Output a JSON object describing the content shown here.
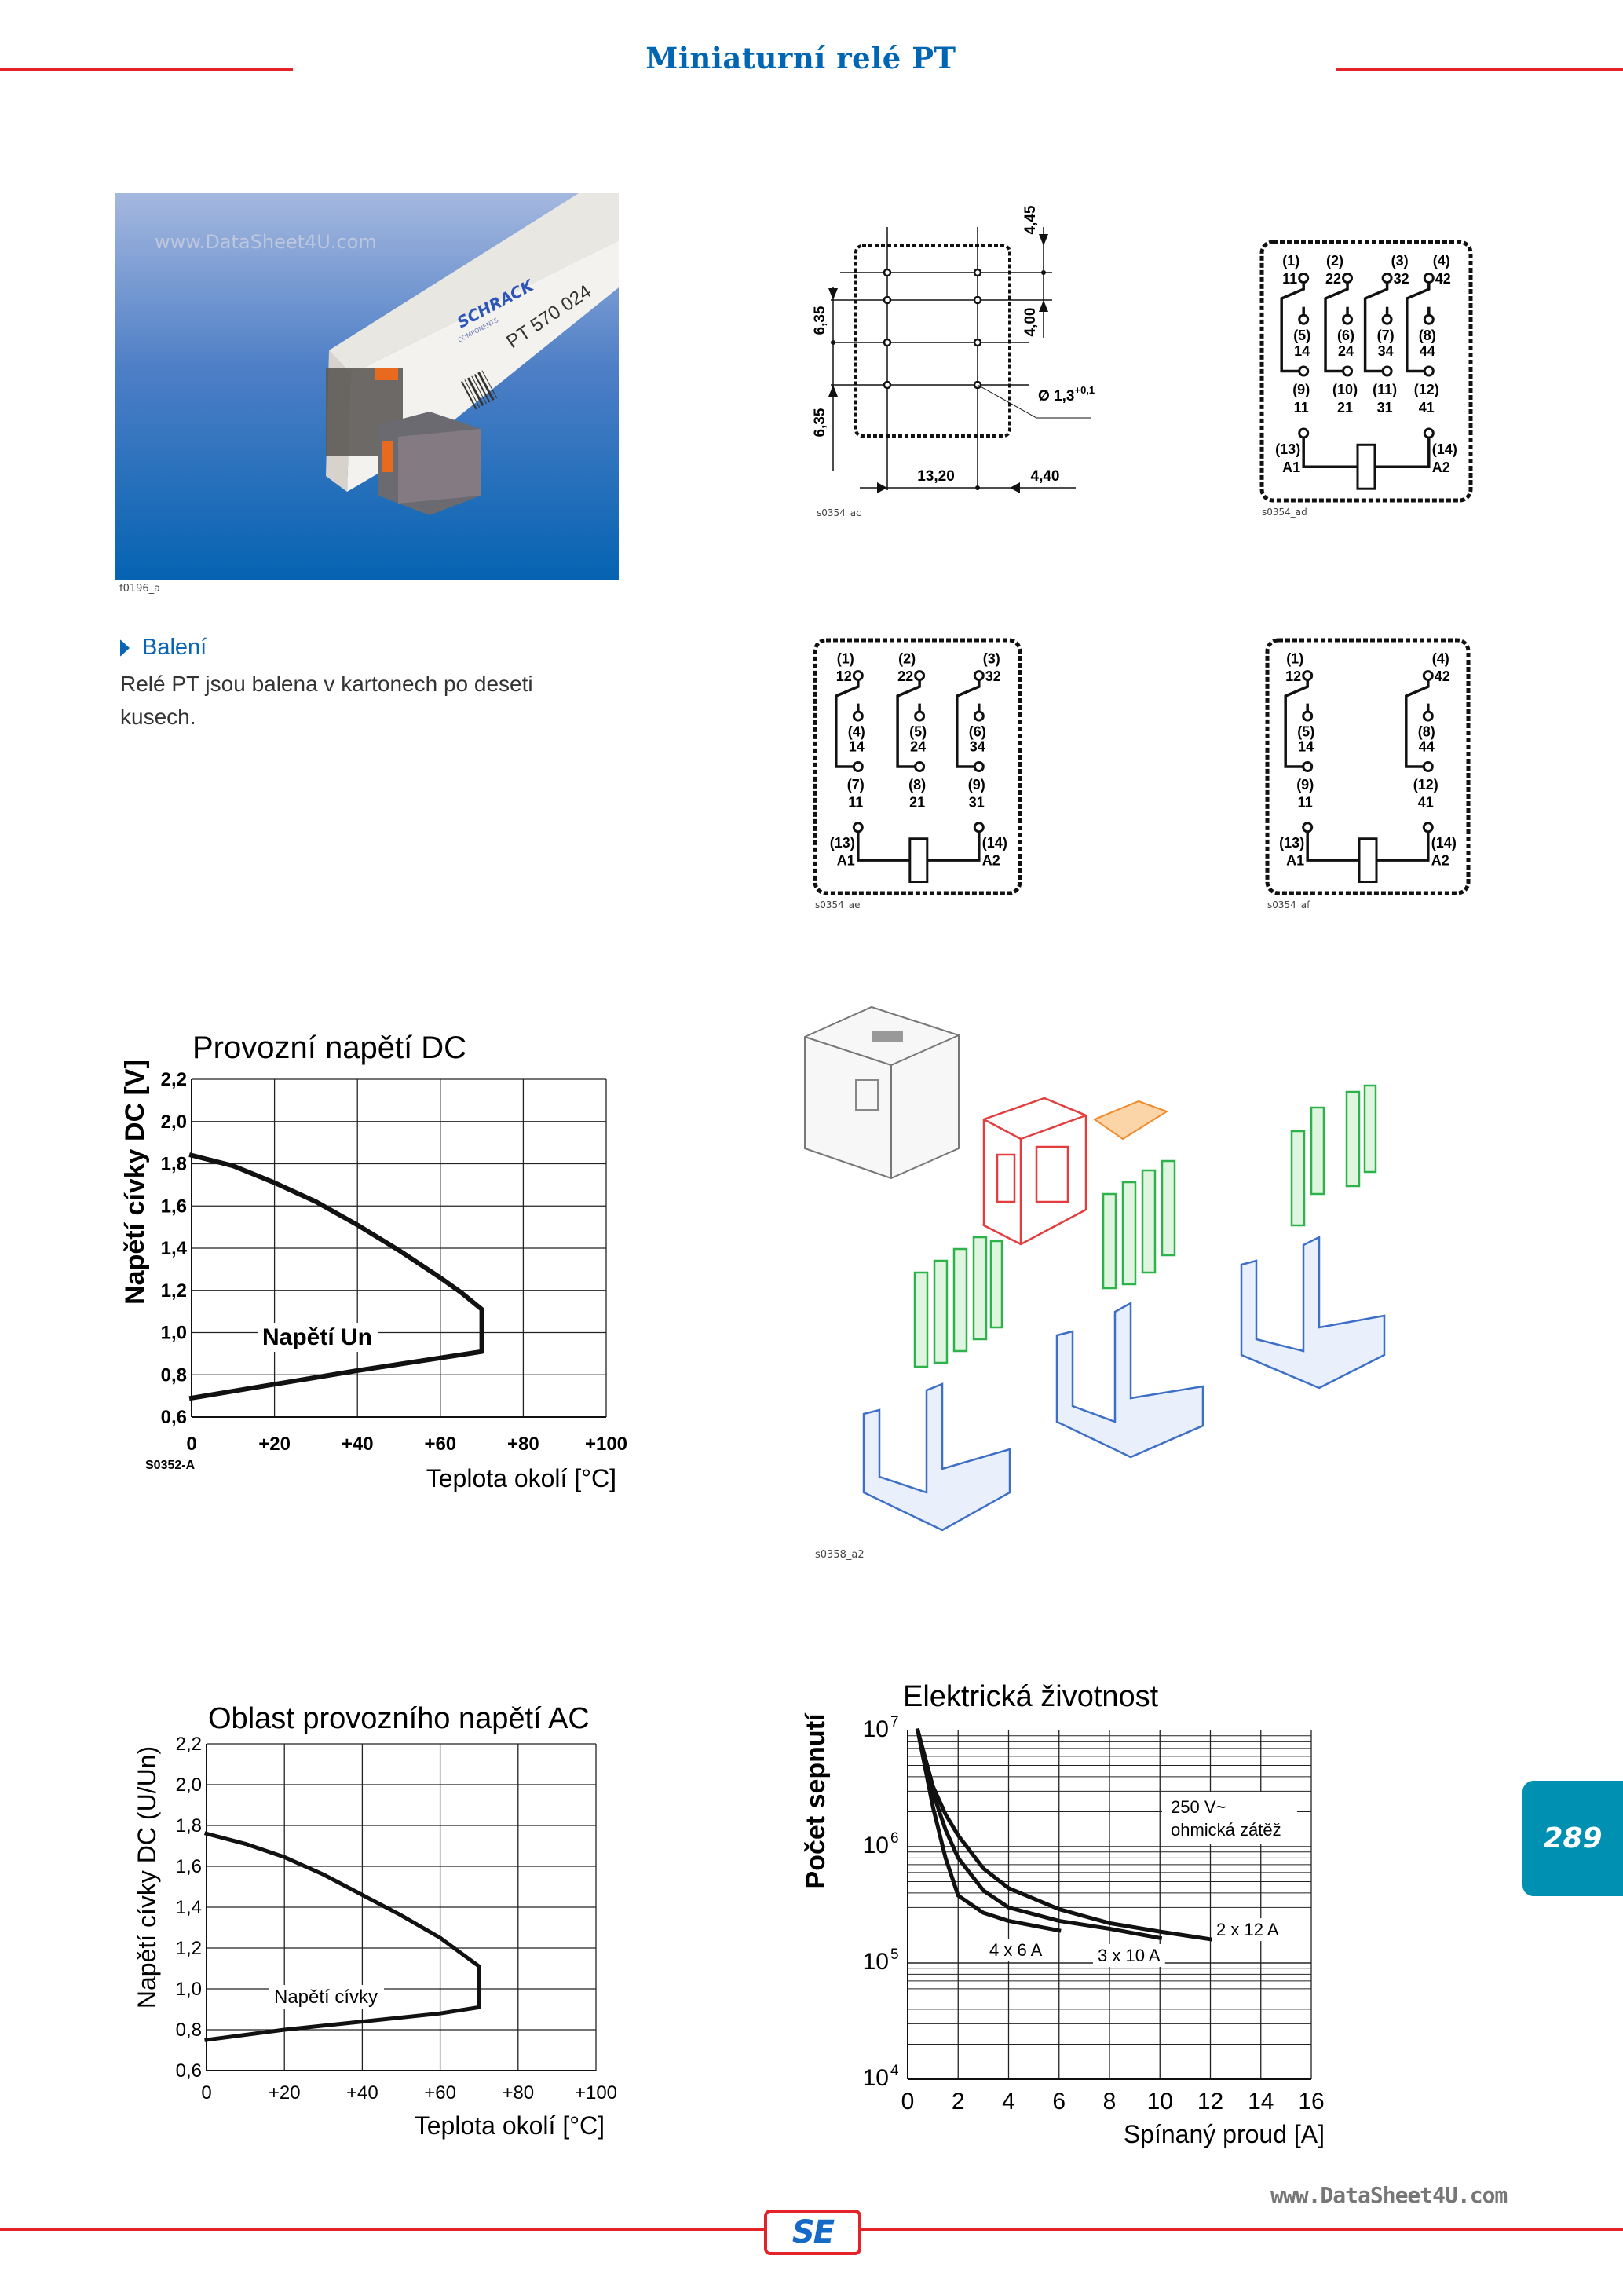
{
  "header": {
    "title": "Miniaturní relé PT"
  },
  "photo": {
    "watermark": "www.DataSheet4U.com",
    "brand": "SCHRACK",
    "brand_sub": "COMPONENTS",
    "product_code": "PT 570 024",
    "caption": "f0196_a"
  },
  "packaging": {
    "heading": "Balení",
    "lines": [
      "Relé PT jsou balena v kartonech po deseti",
      "kusech."
    ]
  },
  "footprint": {
    "dim_top": "4,45",
    "dim_right": "4,00",
    "dim_left_upper": "6,35",
    "dim_left_lower": "6,35",
    "dim_bottom_left": "13,20",
    "dim_bottom_right": "4,40",
    "hole": "Ø 1,3",
    "hole_tolerance": "+0,1",
    "caption": "s0354_ac"
  },
  "relay_diagrams": [
    {
      "caption": "s0354_ad",
      "columns": [
        {
          "top_pin": "(1)",
          "top_num": "11",
          "side": "left",
          "mid_pin": "(5)",
          "mid_num": "14",
          "bot_pin": "(9)",
          "bot_num": "11"
        },
        {
          "top_pin": "(2)",
          "top_num": "22",
          "side": "left",
          "mid_pin": "(6)",
          "mid_num": "24",
          "bot_pin": "(10)",
          "bot_num": "21"
        },
        {
          "top_pin": "(3)",
          "top_num": "32",
          "side": "right",
          "mid_pin": "(7)",
          "mid_num": "34",
          "bot_pin": "(11)",
          "bot_num": "31"
        },
        {
          "top_pin": "(4)",
          "top_num": "42",
          "side": "right",
          "mid_pin": "(8)",
          "mid_num": "44",
          "bot_pin": "(12)",
          "bot_num": "41"
        }
      ],
      "coil": {
        "a1_pin": "(13)",
        "a1": "A1",
        "a2_pin": "(14)",
        "a2": "A2"
      }
    },
    {
      "caption": "s0354_ae",
      "columns": [
        {
          "top_pin": "(1)",
          "top_num": "12",
          "side": "left",
          "mid_pin": "(4)",
          "mid_num": "14",
          "bot_pin": "(7)",
          "bot_num": "11"
        },
        {
          "top_pin": "(2)",
          "top_num": "22",
          "side": "left",
          "mid_pin": "(5)",
          "mid_num": "24",
          "bot_pin": "(8)",
          "bot_num": "21"
        },
        {
          "top_pin": "(3)",
          "top_num": "32",
          "side": "right",
          "mid_pin": "(6)",
          "mid_num": "34",
          "bot_pin": "(9)",
          "bot_num": "31"
        }
      ],
      "coil": {
        "a1_pin": "(13)",
        "a1": "A1",
        "a2_pin": "(14)",
        "a2": "A2"
      }
    },
    {
      "caption": "s0354_af",
      "columns": [
        {
          "top_pin": "(1)",
          "top_num": "12",
          "side": "left",
          "mid_pin": "(5)",
          "mid_num": "14",
          "bot_pin": "(9)",
          "bot_num": "11"
        },
        {
          "top_pin": "(4)",
          "top_num": "42",
          "side": "right",
          "mid_pin": "(8)",
          "mid_num": "44",
          "bot_pin": "(12)",
          "bot_num": "41"
        }
      ],
      "coil": {
        "a1_pin": "(13)",
        "a1": "A1",
        "a2_pin": "(14)",
        "a2": "A2"
      }
    }
  ],
  "exploded": {
    "caption": "s0358_a2"
  },
  "chart_data": [
    {
      "type": "line",
      "title": "Provozní napětí DC",
      "xlabel": "Teplota okolí [°C]",
      "ylabel": "Napětí cívky DC [V]",
      "code": "S0352-A",
      "annotation": "Napětí Un",
      "xlim": [
        0,
        100
      ],
      "ylim": [
        0.6,
        2.2
      ],
      "grid": true,
      "xtick_values": [
        0,
        20,
        40,
        60,
        80,
        100
      ],
      "xtick_labels": [
        "0",
        "+20",
        "+40",
        "+60",
        "+80",
        "+100"
      ],
      "ytick_values": [
        0.6,
        0.8,
        1.0,
        1.2,
        1.4,
        1.6,
        1.8,
        2.0,
        2.2
      ],
      "ytick_labels": [
        "0,6",
        "0,8",
        "1,0",
        "1,2",
        "1,4",
        "1,6",
        "1,8",
        "2,0",
        "2,2"
      ],
      "series": [
        {
          "points": [
            [
              0,
              1.84
            ],
            [
              10,
              1.79
            ],
            [
              20,
              1.71
            ],
            [
              30,
              1.62
            ],
            [
              40,
              1.51
            ],
            [
              50,
              1.39
            ],
            [
              60,
              1.26
            ],
            [
              65,
              1.19
            ],
            [
              70,
              1.11
            ],
            [
              70,
              0.91
            ],
            [
              60,
              0.88
            ],
            [
              40,
              0.82
            ],
            [
              20,
              0.755
            ],
            [
              0,
              0.69
            ]
          ]
        }
      ]
    },
    {
      "type": "line",
      "title": "Oblast provozního napětí  AC",
      "xlabel": "Teplota okolí [°C]",
      "ylabel": "Napětí cívky DC (U/Un)",
      "annotation": "Napětí cívky",
      "xlim": [
        0,
        100
      ],
      "ylim": [
        0.6,
        2.2
      ],
      "grid": true,
      "xtick_values": [
        0,
        20,
        40,
        60,
        80,
        100
      ],
      "xtick_labels": [
        "0",
        "+20",
        "+40",
        "+60",
        "+80",
        "+100"
      ],
      "ytick_values": [
        0.6,
        0.8,
        1.0,
        1.2,
        1.4,
        1.6,
        1.8,
        2.0,
        2.2
      ],
      "ytick_labels": [
        "0,6",
        "0,8",
        "1,0",
        "1,2",
        "1,4",
        "1,6",
        "1,8",
        "2,0",
        "2,2"
      ],
      "series": [
        {
          "points": [
            [
              0,
              1.76
            ],
            [
              10,
              1.71
            ],
            [
              20,
              1.645
            ],
            [
              30,
              1.56
            ],
            [
              40,
              1.46
            ],
            [
              50,
              1.36
            ],
            [
              60,
              1.25
            ],
            [
              70,
              1.11
            ],
            [
              70,
              0.91
            ],
            [
              60,
              0.88
            ],
            [
              40,
              0.84
            ],
            [
              20,
              0.8
            ],
            [
              0,
              0.75
            ]
          ]
        }
      ]
    },
    {
      "type": "line",
      "title": "Elektrická životnost",
      "xlabel": "Spínaný proud [A]",
      "ylabel": "Počet sepnutí",
      "yscale": "log",
      "xlim": [
        0,
        16
      ],
      "ylim": [
        10000,
        10000000
      ],
      "grid": true,
      "xtick_values": [
        0,
        2,
        4,
        6,
        8,
        10,
        12,
        14,
        16
      ],
      "xtick_labels": [
        "0",
        "2",
        "4",
        "6",
        "8",
        "10",
        "12",
        "14",
        "16"
      ],
      "ytick_values": [
        10000,
        100000,
        1000000,
        10000000
      ],
      "ytick_labels": [
        {
          "base": "10",
          "exp": "4"
        },
        {
          "base": "10",
          "exp": "5"
        },
        {
          "base": "10",
          "exp": "6"
        },
        {
          "base": "10",
          "exp": "7"
        }
      ],
      "annotation_lines": [
        "250 V~",
        "ohmická zátěž"
      ],
      "series": [
        {
          "name": "2 x 12 A",
          "points": [
            [
              0.4,
              10000000
            ],
            [
              1,
              3300000
            ],
            [
              1.5,
              1900000
            ],
            [
              2,
              1250000
            ],
            [
              3,
              650000
            ],
            [
              4,
              440000
            ],
            [
              6,
              290000
            ],
            [
              8,
              220000
            ],
            [
              10,
              186000
            ],
            [
              12,
              160000
            ]
          ]
        },
        {
          "name": "3 x 10 A",
          "points": [
            [
              0.4,
              10000000
            ],
            [
              1,
              2900000
            ],
            [
              1.5,
              1400000
            ],
            [
              2,
              800000
            ],
            [
              3,
              420000
            ],
            [
              4,
              300000
            ],
            [
              6,
              230000
            ],
            [
              8,
              197000
            ],
            [
              10,
              164000
            ]
          ]
        },
        {
          "name": "4 x 6 A",
          "points": [
            [
              0.4,
              10000000
            ],
            [
              1,
              2200000
            ],
            [
              1.5,
              800000
            ],
            [
              2,
              380000
            ],
            [
              3,
              270000
            ],
            [
              4,
              230000
            ],
            [
              6,
              190000
            ]
          ]
        }
      ]
    }
  ],
  "page_tab": {
    "number": "289"
  },
  "footer": {
    "watermark": "www.DataSheet4U.com",
    "logo": "SE"
  },
  "colors": {
    "brand_blue": "#0066b3",
    "accent_red": "#e4222a",
    "tab_teal": "#0090b1"
  }
}
